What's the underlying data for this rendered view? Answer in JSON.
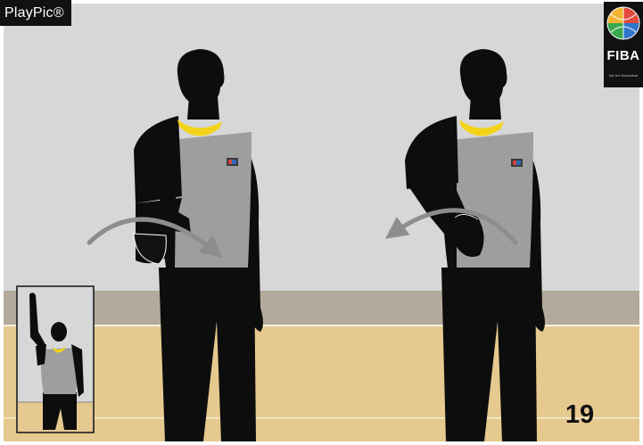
{
  "brand": {
    "label": "PlayPic®"
  },
  "logo": {
    "name": "FIBA",
    "tagline": "We Are Basketball"
  },
  "page": {
    "number": "19"
  },
  "icons": {
    "logo": "fiba-ball-logo-icon",
    "left_arrow": "curved-arrow-right-icon",
    "right_arrow": "curved-arrow-left-icon"
  },
  "colors": {
    "wall": "#d5d7d9",
    "baseboard": "#b3aa9b",
    "floor": "#e5c98e",
    "shirt_gray": "#9e9e9e",
    "silhouette": "#0d0d0d",
    "collar": "#f4d31b",
    "arrow": "#8d8d8d"
  }
}
